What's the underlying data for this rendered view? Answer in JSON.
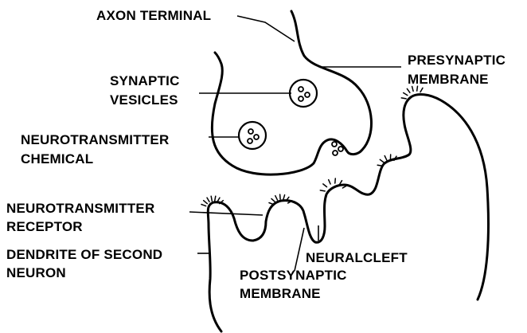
{
  "labels": {
    "axon_terminal": "AXON TERMINAL",
    "presynaptic_membrane_1": "PRESYNAPTIC",
    "presynaptic_membrane_2": "MEMBRANE",
    "synaptic_vesicles_1": "SYNAPTIC",
    "synaptic_vesicles_2": "VESICLES",
    "neurotransmitter_chemical_1": "NEUROTRANSMITTER",
    "neurotransmitter_chemical_2": "CHEMICAL",
    "neurotransmitter_receptor_1": "NEUROTRANSMITTER",
    "neurotransmitter_receptor_2": "RECEPTOR",
    "dendrite_1": "DENDRITE OF SECOND",
    "dendrite_2": "NEURON",
    "neural_cleft": "NEURALCLEFT",
    "postsynaptic_membrane_1": "POSTSYNAPTIC",
    "postsynaptic_membrane_2": "MEMBRANE"
  }
}
